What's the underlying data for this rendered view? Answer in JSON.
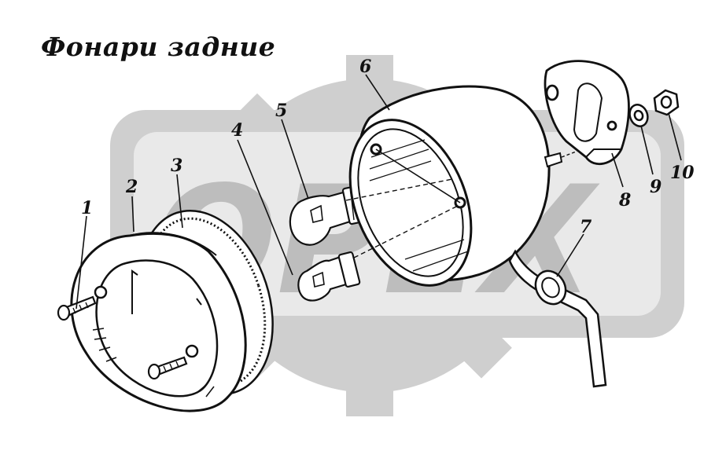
{
  "title": "Фонари задние",
  "watermark": {
    "text": "OPEX",
    "color": "#c9c9c9"
  },
  "callouts": [
    {
      "label": "1"
    },
    {
      "label": "2"
    },
    {
      "label": "3"
    },
    {
      "label": "4"
    },
    {
      "label": "5"
    },
    {
      "label": "6"
    },
    {
      "label": "7"
    },
    {
      "label": "8"
    },
    {
      "label": "9"
    },
    {
      "label": "10"
    }
  ]
}
